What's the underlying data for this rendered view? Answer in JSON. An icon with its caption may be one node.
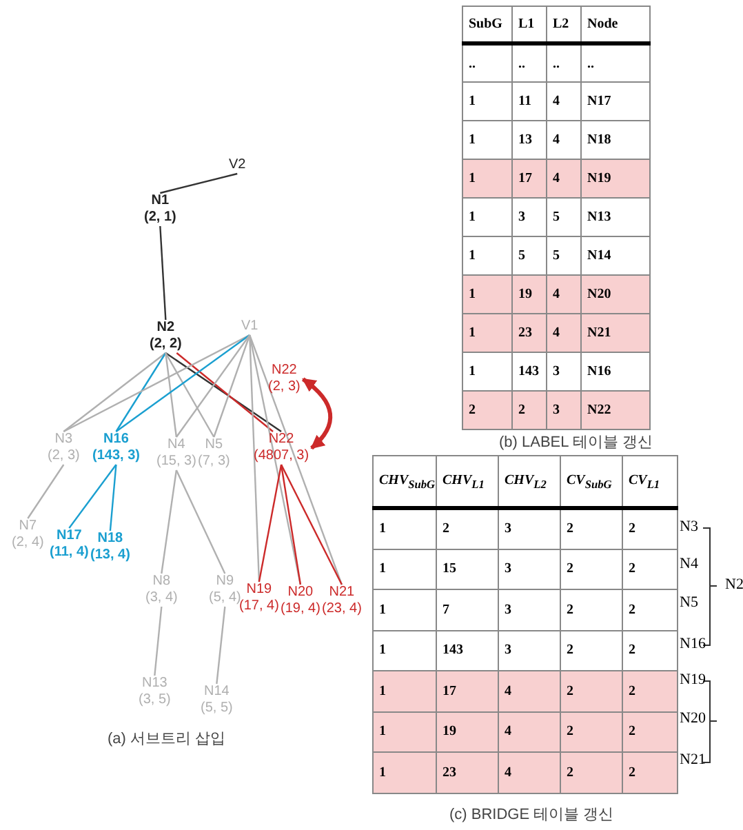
{
  "diagram": {
    "nodes": [
      {
        "text": [
          "V2"
        ]
      },
      {
        "text": [
          "N1",
          "(2, 1)"
        ]
      },
      {
        "text": [
          "N2",
          "(2, 2)"
        ]
      },
      {
        "text": [
          "V1"
        ]
      },
      {
        "text": [
          "N22",
          "(2, 3)"
        ]
      },
      {
        "text": [
          "N3",
          "(2, 3)"
        ]
      },
      {
        "text": [
          "N16",
          "(143, 3)"
        ]
      },
      {
        "text": [
          "N4",
          "(15, 3)"
        ]
      },
      {
        "text": [
          "N5",
          "(7, 3)"
        ]
      },
      {
        "text": [
          "N22",
          "(4807, 3)"
        ]
      },
      {
        "text": [
          "N7",
          "(2, 4)"
        ]
      },
      {
        "text": [
          "N17",
          "(11, 4)"
        ]
      },
      {
        "text": [
          "N18",
          "(13, 4)"
        ]
      },
      {
        "text": [
          "N8",
          "(3, 4)"
        ]
      },
      {
        "text": [
          "N9",
          "(5, 4)"
        ]
      },
      {
        "text": [
          "N19",
          "(17, 4)"
        ]
      },
      {
        "text": [
          "N20",
          "(19, 4)"
        ]
      },
      {
        "text": [
          "N21",
          "(23, 4)"
        ]
      },
      {
        "text": [
          "N13",
          "(3, 5)"
        ]
      },
      {
        "text": [
          "N14",
          "(5, 5)"
        ]
      }
    ],
    "edges": [
      {
        "from": 0,
        "to": 1,
        "arrow": "none",
        "color": "#333333"
      },
      {
        "from": 1,
        "to": 2,
        "arrow": "none",
        "color": "#333333"
      },
      {
        "from": 2,
        "to": 9,
        "arrow": "none",
        "color": "#333333"
      },
      {
        "from": 2,
        "to": 5,
        "arrow": "none"
      },
      {
        "from": 2,
        "to": 6,
        "arrow": "none",
        "color": "#1a9fd0"
      },
      {
        "from": 2,
        "to": 7,
        "arrow": "none"
      },
      {
        "from": 2,
        "to": 8,
        "arrow": "none"
      },
      {
        "from": 2,
        "to": 9,
        "arrow": "none",
        "color": "#cc2a2a"
      },
      {
        "from": 3,
        "to": 5,
        "arrow": "none"
      },
      {
        "from": 3,
        "to": 6,
        "arrow": "none",
        "color": "#1a9fd0"
      },
      {
        "from": 3,
        "to": 7,
        "arrow": "none"
      },
      {
        "from": 3,
        "to": 8,
        "arrow": "none"
      },
      {
        "from": 3,
        "to": 15,
        "arrow": "none"
      },
      {
        "from": 3,
        "to": 16,
        "arrow": "none"
      },
      {
        "from": 3,
        "to": 17,
        "arrow": "none"
      },
      {
        "from": 4,
        "to": 9,
        "arrow": "both",
        "style": "thick",
        "color": "#cc2a2a"
      },
      {
        "from": 5,
        "to": 10,
        "arrow": "none"
      },
      {
        "from": 6,
        "to": 11,
        "arrow": "none",
        "color": "#1a9fd0"
      },
      {
        "from": 6,
        "to": 12,
        "arrow": "none",
        "color": "#1a9fd0"
      },
      {
        "from": 7,
        "to": 13,
        "arrow": "none"
      },
      {
        "from": 7,
        "to": 14,
        "arrow": "none"
      },
      {
        "from": 13,
        "to": 18,
        "arrow": "none"
      },
      {
        "from": 14,
        "to": 19,
        "arrow": "none"
      },
      {
        "from": 9,
        "to": 15,
        "arrow": "none",
        "color": "#cc2a2a"
      },
      {
        "from": 9,
        "to": 16,
        "arrow": "none",
        "color": "#cc2a2a"
      },
      {
        "from": 9,
        "to": 17,
        "arrow": "none",
        "color": "#cc2a2a"
      }
    ],
    "labels": [
      "SubG",
      "L1",
      "L2",
      "Node",
      "..",
      "..",
      "..",
      "..",
      "1",
      "11",
      "4",
      "N17",
      "1",
      "13",
      "4",
      "N18",
      "1",
      "17",
      "4",
      "N19",
      "1",
      "3",
      "5",
      "N13",
      "1",
      "5",
      "5",
      "N14",
      "1",
      "19",
      "4",
      "N20",
      "1",
      "23",
      "4",
      "N21",
      "1",
      "143",
      "3",
      "N16",
      "2",
      "2",
      "3",
      "N22",
      "(b) LABEL 테이블 갱신",
      "CHV$_{SubG}$",
      "CHV$_{L1}$",
      "CHV$_{L2}$",
      "CV$_{SubG}$",
      "CV$_{L1}$",
      "1",
      "2",
      "3",
      "2",
      "2",
      "1",
      "15",
      "3",
      "2",
      "2",
      "1",
      "7",
      "3",
      "2",
      "2",
      "1",
      "143",
      "3",
      "2",
      "2",
      "1",
      "17",
      "4",
      "2",
      "2",
      "1",
      "19",
      "4",
      "2",
      "2",
      "1",
      "23",
      "4",
      "2",
      "2",
      "N3",
      "N4",
      "N2",
      "N5",
      "N16",
      "N19",
      "N20",
      "N21",
      "(c) BRIDGE 테이블 갱신",
      "(a) 서브트리 삽입"
    ]
  }
}
